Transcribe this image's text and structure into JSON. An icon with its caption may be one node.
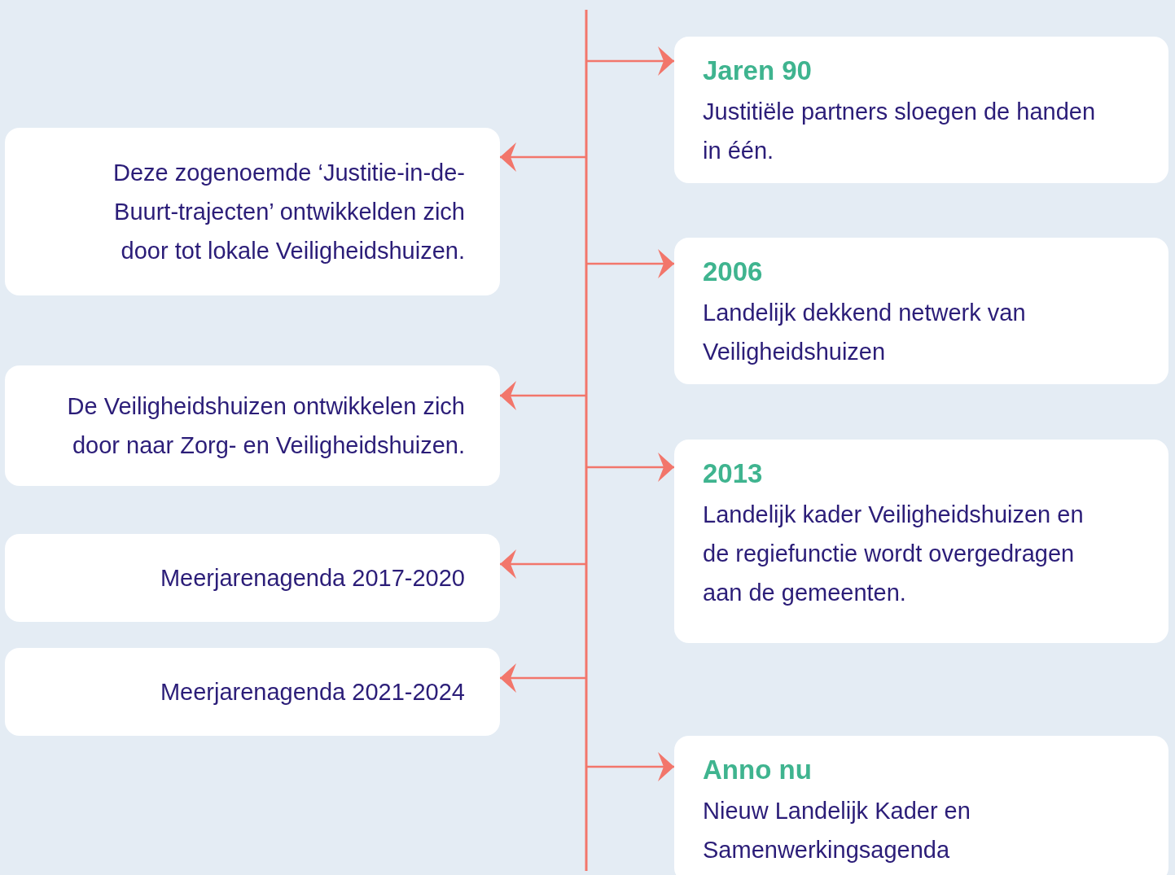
{
  "diagram": {
    "nodes": [
      {
        "text": [
          "Jaren 90",
          "Justitiële partners sloegen de handen in één."
        ]
      },
      {
        "text": [
          "Deze zogenoemde ‘Justitie-in-de-Buurt-trajecten’ ontwikkelden zich door tot lokale Veiligheidshuizen."
        ]
      },
      {
        "text": [
          "2006",
          "Landelijk dekkend netwerk van Veiligheidshuizen"
        ]
      },
      {
        "text": [
          "De Veiligheidshuizen ontwikkelen zich door naar Zorg- en Veiligheidshuizen."
        ]
      },
      {
        "text": [
          "2013",
          "Landelijk kader Veiligheidshuizen en de regiefunctie wordt overgedragen aan de gemeenten."
        ]
      },
      {
        "text": [
          "Meerjarenagenda 2017-2020"
        ]
      },
      {
        "text": [
          "Meerjarenagenda 2021-2024"
        ]
      },
      {
        "text": [
          "Anno nu",
          "Nieuw Landelijk Kader en Samenwerkingsagenda"
        ]
      }
    ],
    "edges": [
      {
        "from": null,
        "to": 0,
        "arrow": "to"
      },
      {
        "from": null,
        "to": 1,
        "arrow": "to"
      },
      {
        "from": null,
        "to": 2,
        "arrow": "to"
      },
      {
        "from": null,
        "to": 3,
        "arrow": "to"
      },
      {
        "from": null,
        "to": 4,
        "arrow": "to"
      },
      {
        "from": null,
        "to": 5,
        "arrow": "to"
      },
      {
        "from": null,
        "to": 6,
        "arrow": "to"
      },
      {
        "from": null,
        "to": 7,
        "arrow": "to"
      }
    ]
  }
}
